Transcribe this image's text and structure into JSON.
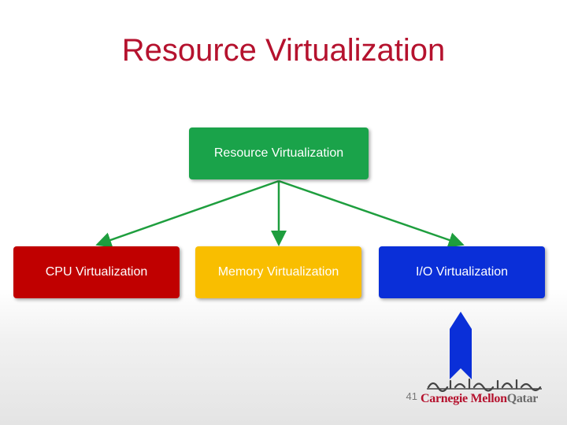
{
  "slide": {
    "title": "Resource Virtualization",
    "page_number": "41"
  },
  "diagram": {
    "root": {
      "label": "Resource Virtualization",
      "color": "#1aa34a"
    },
    "children": [
      {
        "label": "CPU Virtualization",
        "color": "#c00000"
      },
      {
        "label": "Memory Virtualization",
        "color": "#f9be00"
      },
      {
        "label": "I/O Virtualization",
        "color": "#0a2fd8"
      }
    ],
    "connector_color": "#1e9e3e",
    "marker_color": "#0a2fd8"
  },
  "branding": {
    "logo_part1": "Carnegie Mellon",
    "logo_part2": "Qatar",
    "logo_arabic": "جامعة كارنيجي ميلون في قطر",
    "primary_color": "#b5122e"
  }
}
